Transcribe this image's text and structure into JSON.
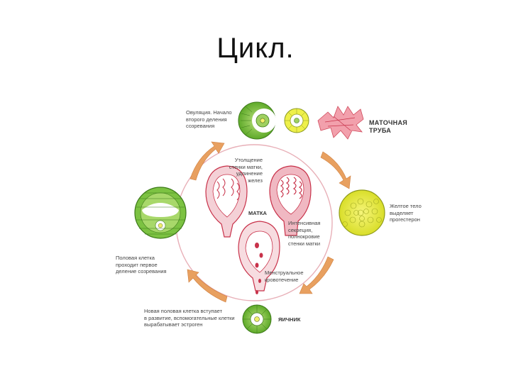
{
  "title": "Цикл.",
  "labels": {
    "ovulation": "Овуляция. Начало\nвторого деления\nсозревания",
    "tube": "МАТОЧНАЯ\nТРУБА",
    "thickening": "Утолщение\nстенки матки,\nудлинение\nжелез",
    "uterus": "МАТКА",
    "corpus_luteum": "Желтое тело\nвыделяет\nпрогестерон",
    "secretion": "Интенсивная\nсекреция,\nполнокровие\nстенки матки",
    "first_division": "Половая клетка\nпроходит первое\nделение созревания",
    "menstruation": "Менструальное\nкровотечение",
    "new_cell": "Новая половая клетка вступает\nв развитие, вспомогательные клетки\nвырабатывает эстроген",
    "ovary": "ЯИЧНИК"
  },
  "colors": {
    "follicle_green": "#7cc242",
    "corpus_yellow": "#e6e83a",
    "uterus_red": "#c8324a",
    "tube_pink": "#e06a7a",
    "arrow_orange": "#e8a060",
    "ring": "#e8b0b8"
  }
}
